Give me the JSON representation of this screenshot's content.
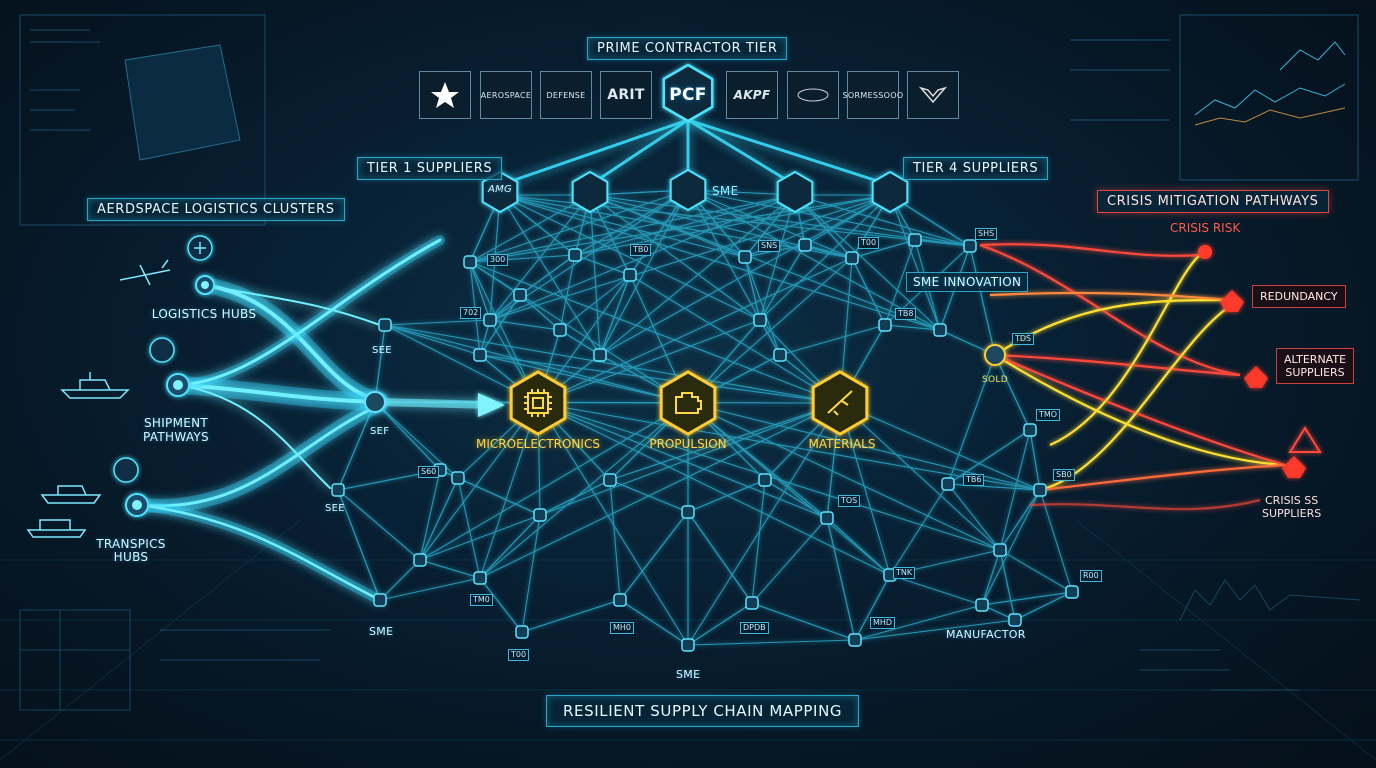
{
  "header": {
    "prime_tier": "PRIME CONTRACTOR TIER",
    "tier1": "TIER 1 SUPPLIERS",
    "tier4": "TIER 4 SUPPLIERS",
    "aero_clusters": "AERDSPACE LOGISTICS CLUSTERS",
    "crisis_path": "CRISIS MITIGATION PATHWAYS",
    "footer": "RESILIENT SUPPLY CHAIN MAPPING"
  },
  "prime_logos": [
    "AEROSPACE",
    "DEFENSE",
    "ARIT",
    "AKPF",
    "SORMESSOOO"
  ],
  "prime_hub": "PCF",
  "tier1_hubs": [
    "AMG",
    "SME"
  ],
  "core": {
    "micro": "MICROELECTRONICS",
    "prop": "PROPULSION",
    "mat": "MATERIALS"
  },
  "left": {
    "logistics": "LOGISTICS HUBS",
    "shipment": "SHIPMENT\nPATHWAYS",
    "transpics": "TRANSPICS\nHUBS"
  },
  "nodes": {
    "sme_innov": "SME INNOVATION",
    "sold": "SOLD",
    "sef1": "SEE",
    "sef2": "SEF",
    "sef3": "SEE",
    "sme_l": "SME",
    "sme_b": "SME",
    "manuf": "MANUFACTOR"
  },
  "crisis": {
    "risk": "CRISIS RISK",
    "redundancy": "REDUNDANCY",
    "alternate": "ALTERNATE\nSUPPLIERS",
    "crisis_sup": "CRISIS SS\nSUPPLIERS"
  },
  "tags": [
    "300",
    "702",
    "TB0",
    "SNS",
    "T00",
    "SHS",
    "TB8",
    "TDS",
    "TMO",
    "SB0",
    "S60",
    "TM0",
    "MH0",
    "DPDB",
    "MHD",
    "TNK",
    "TOS",
    "TB6",
    "T00",
    "R00"
  ],
  "colors": {
    "cyan": "#2fd7ff",
    "gold": "#ffcc33",
    "red": "#ff4a3a",
    "yellow": "#ffe033"
  }
}
